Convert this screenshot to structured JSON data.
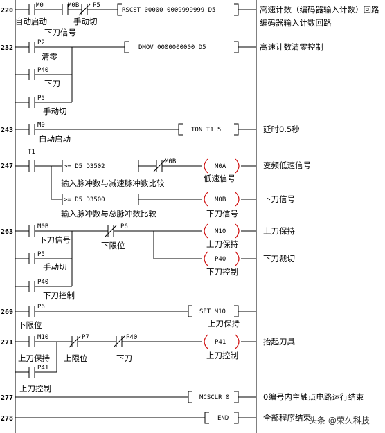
{
  "rungs": [
    {
      "step": "220",
      "comment": "高速计数（编码器输入计数）回路",
      "comment2": "编码器输入计数回路",
      "c1": "M0",
      "c1_label": "自动启动",
      "c2": "M0B",
      "c2_label": "下刀信号",
      "c3": "P5",
      "c3_label": "手动切",
      "box": "RSCST 00000   0009999999   D5"
    },
    {
      "step": "232",
      "comment": "高速计数清零控制",
      "c1": "P2",
      "c1_label": "清零",
      "c2": "P40",
      "c2_label": "下刀",
      "c3": "P5",
      "c3_label": "手动切",
      "box": "DMOV  0000000000       D5"
    },
    {
      "step": "243",
      "comment": "延时0.5秒",
      "c1": "M0",
      "c1_label": "自动启动",
      "box": "TON   T1   5"
    },
    {
      "step": "247",
      "comment": "变频低速信号",
      "comment2": "下刀信号",
      "c1": "T1",
      "cmp1": ">=  D5     D3502",
      "cmp1_label": "输入脉冲数与减速脉冲数比较",
      "c2": "M0B",
      "coil1": "M0A",
      "coil1_label": "低速信号",
      "cmp2": ">=  D5     D3500",
      "cmp2_label": "输入脉冲数与总脉冲数比较",
      "coil2": "M0B",
      "coil2_label": "下刀信号"
    },
    {
      "step": "263",
      "comment": "上刀保持",
      "comment2": "下刀裁切",
      "c1": "M0B",
      "c1_label": "下刀信号",
      "c2": "P5",
      "c2_label": "手动切",
      "c3": "P40",
      "c3_label": "下刀控制",
      "c4": "P6",
      "c4_label": "下限位",
      "coil1": "M10",
      "coil1_label": "上刀保持",
      "coil2": "P40",
      "coil2_label": "下刀控制"
    },
    {
      "step": "269",
      "comment": "",
      "c1": "P6",
      "c1_label": "下限位",
      "box": "SET   M10",
      "box_label": "上刀保持"
    },
    {
      "step": "271",
      "comment": "抬起刀具",
      "c1": "M10",
      "c1_label": "上刀保持",
      "c2": "P41",
      "c2_label": "上刀控制",
      "c3": "P7",
      "c3_label": "上限位",
      "c4": "P40",
      "c4_label": "下刀",
      "coil1": "P41",
      "coil1_label": "上刀控制"
    },
    {
      "step": "277",
      "comment": "0编号内主触点电路运行结束",
      "box": "MCSCLR   0"
    },
    {
      "step": "278",
      "comment": "全部程序结束",
      "box": "END"
    }
  ],
  "watermark": "头条 @荣久科技"
}
